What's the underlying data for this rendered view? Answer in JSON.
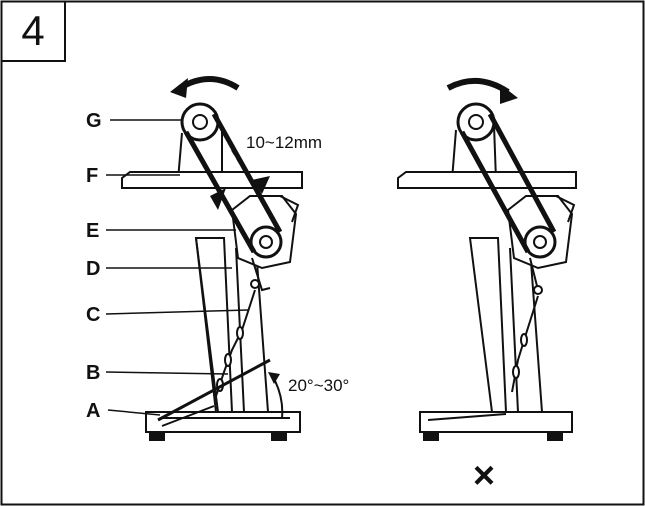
{
  "step_number": "4",
  "labels": {
    "G": "G",
    "F": "F",
    "E": "E",
    "D": "D",
    "C": "C",
    "B": "B",
    "A": "A"
  },
  "belt_deflection": "10~12mm",
  "pedal_angle": "20°~30°",
  "incorrect_mark": "×",
  "colors": {
    "line": "#111111",
    "background": "#ffffff"
  }
}
